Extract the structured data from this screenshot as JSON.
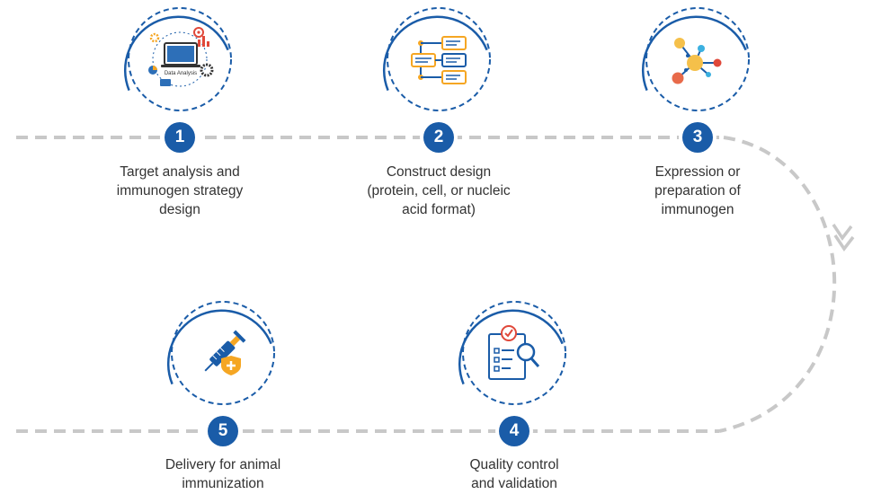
{
  "colors": {
    "accent": "#1a5ca8",
    "ring_dash": "#1a5ca8",
    "connector": "#c8c8c8",
    "text": "#333333",
    "icon_orange": "#f5a623",
    "icon_red": "#e0483a"
  },
  "steps": [
    {
      "number": "1",
      "icon": "data-analysis-icon",
      "lines": [
        "Target analysis and",
        "immunogen strategy",
        "design"
      ]
    },
    {
      "number": "2",
      "icon": "flowchart-icon",
      "lines": [
        "Construct design",
        "(protein, cell, or nucleic",
        "acid format)"
      ]
    },
    {
      "number": "3",
      "icon": "molecule-icon",
      "lines": [
        "Expression or",
        "preparation of",
        "immunogen"
      ]
    },
    {
      "number": "4",
      "icon": "quality-checklist-icon",
      "lines": [
        "Quality control",
        "and validation"
      ]
    },
    {
      "number": "5",
      "icon": "vaccine-syringe-icon",
      "lines": [
        "Delivery for animal",
        "immunization"
      ]
    }
  ],
  "icon_text": {
    "data_analysis": "Data Analysis"
  }
}
